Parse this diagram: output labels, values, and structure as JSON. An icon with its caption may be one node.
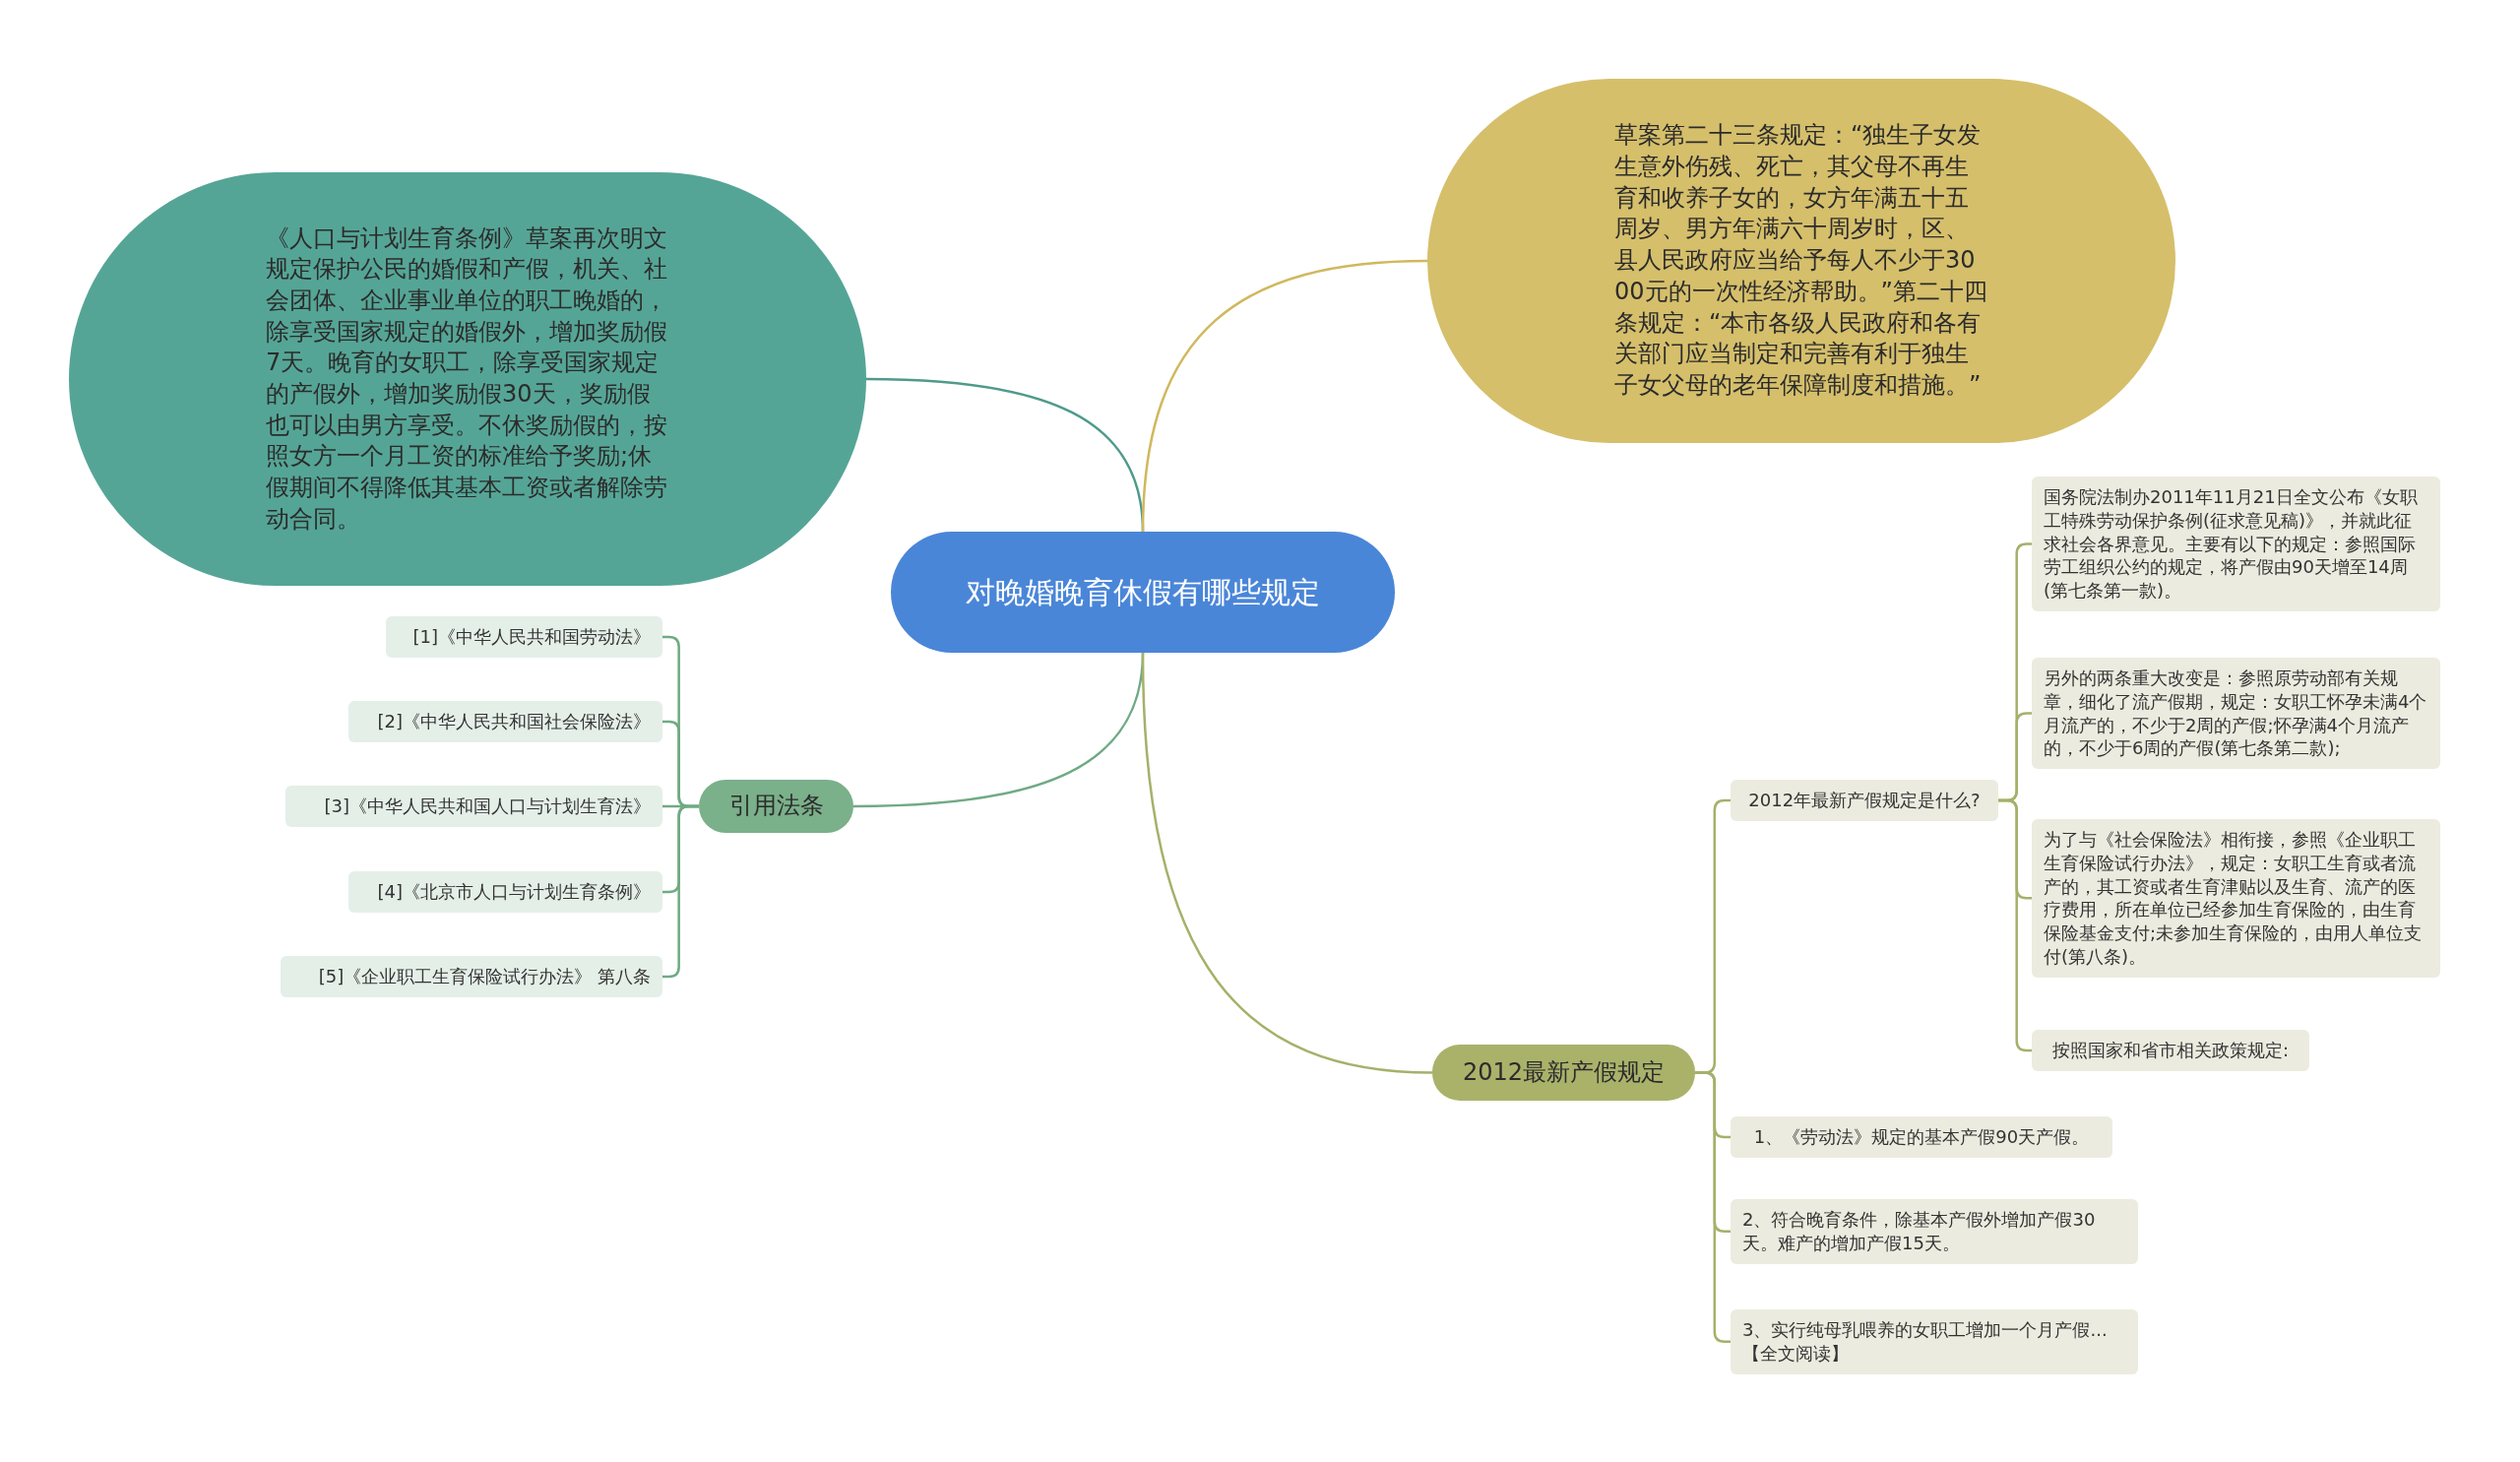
{
  "diagram": {
    "nodes": [
      {
        "text": [
          "对晚婚晚育休假有哪些规定"
        ]
      },
      {
        "text": [
          "《人口与计划生育条例》草案再次明文规定保护公民的婚假和产假，机关、社会团体、企业事业单位的职工晚婚的，除享受国家规定的婚假外，增加奖励假7天。晚育的女职工，除享受国家规定的产假外，增加奖励假30天，奖励假也可以由男方享受。不休奖励假的，按照女方一个月工资的标准给予奖励;休假期间不得降低其基本工资或者解除劳动合同。"
        ]
      },
      {
        "text": [
          "草案第二十三条规定：“独生子女发生意外伤残、死亡，其父母不再生育和收养子女的，女方年满五十五周岁、男方年满六十周岁时，区、县人民政府应当给予每人不少于3000元的一次性经济帮助。”第二十四条规定：“本市各级人民政府和各有关部门应当制定和完善有利于独生子女父母的老年保障制度和措施。”"
        ]
      },
      {
        "text": [
          "引用法条"
        ]
      },
      {
        "text": [
          "[1]《中华人民共和国劳动法》"
        ]
      },
      {
        "text": [
          "[2]《中华人民共和国社会保险法》"
        ]
      },
      {
        "text": [
          "[3]《中华人民共和国人口与计划生育法》"
        ]
      },
      {
        "text": [
          "[4]《北京市人口与计划生育条例》"
        ]
      },
      {
        "text": [
          "[5]《企业职工生育保险试行办法》 第八条"
        ]
      },
      {
        "text": [
          "2012最新产假规定"
        ]
      },
      {
        "text": [
          "2012年最新产假规定是什么?"
        ]
      },
      {
        "text": [
          "国务院法制办2011年11月21日全文公布《女职工特殊劳动保护条例(征求意见稿)》，并就此征求社会各界意见。主要有以下的规定：参照国际劳工组织公约的规定，将产假由90天增至14周(第七条第一款)。"
        ]
      },
      {
        "text": [
          "另外的两条重大改变是：参照原劳动部有关规章，细化了流产假期，规定：女职工怀孕未满4个月流产的，不少于2周的产假;怀孕满4个月流产的，不少于6周的产假(第七条第二款);"
        ]
      },
      {
        "text": [
          "为了与《社会保险法》相衔接，参照《企业职工生育保险试行办法》，规定：女职工生育或者流产的，其工资或者生育津贴以及生育、流产的医疗费用，所在单位已经参加生育保险的，由生育保险基金支付;未参加生育保险的，由用人单位支付(第八条)。"
        ]
      },
      {
        "text": [
          "按照国家和省市相关政策规定:"
        ]
      },
      {
        "text": [
          "1、《劳动法》规定的基本产假90天产假。"
        ]
      },
      {
        "text": [
          "2、符合晚育条件，除基本产假外增加产假30天。难产的增加产假15天。"
        ]
      },
      {
        "text": [
          "3、实行纯母乳喂养的女职工增加一个月产假...【全文阅读】"
        ]
      }
    ],
    "edges": [
      {
        "from": 0,
        "to": 1,
        "arrow": "none",
        "color": "#4f9a8c"
      },
      {
        "from": 0,
        "to": 2,
        "arrow": "none",
        "color": "#d0b85e"
      },
      {
        "from": 0,
        "to": 3,
        "arrow": "none",
        "color": "#6faa84"
      },
      {
        "from": 3,
        "to": 4,
        "arrow": "none",
        "color": "#6faa84"
      },
      {
        "from": 3,
        "to": 5,
        "arrow": "none",
        "color": "#6faa84"
      },
      {
        "from": 3,
        "to": 6,
        "arrow": "none",
        "color": "#6faa84"
      },
      {
        "from": 3,
        "to": 7,
        "arrow": "none",
        "color": "#6faa84"
      },
      {
        "from": 3,
        "to": 8,
        "arrow": "none",
        "color": "#6faa84"
      },
      {
        "from": 0,
        "to": 9,
        "arrow": "none"
      },
      {
        "from": 9,
        "to": 10,
        "arrow": "none"
      },
      {
        "from": 10,
        "to": 11,
        "arrow": "none"
      },
      {
        "from": 10,
        "to": 12,
        "arrow": "none"
      },
      {
        "from": 10,
        "to": 13,
        "arrow": "none"
      },
      {
        "from": 10,
        "to": 14,
        "arrow": "none"
      },
      {
        "from": 9,
        "to": 15,
        "arrow": "none"
      },
      {
        "from": 9,
        "to": 16,
        "arrow": "none"
      },
      {
        "from": 9,
        "to": 17,
        "arrow": "none"
      }
    ]
  }
}
